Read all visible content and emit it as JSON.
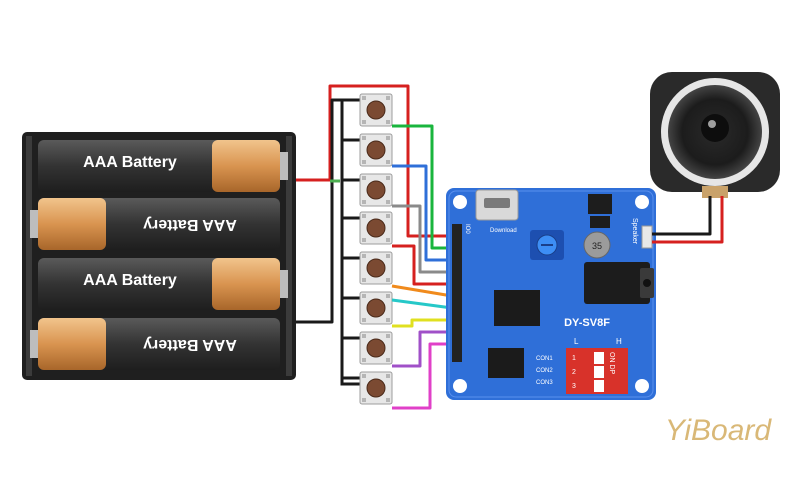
{
  "batteries": [
    {
      "label": "AAA Battery",
      "flipped": false
    },
    {
      "label": "AAA Battery",
      "flipped": true
    },
    {
      "label": "AAA Battery",
      "flipped": false
    },
    {
      "label": "AAA Battery",
      "flipped": true
    }
  ],
  "board": {
    "model": "DY-SV8F",
    "download": "Download",
    "speaker": "Speaker",
    "dip_on": "ON DP",
    "dip_numbers": [
      "1",
      "2",
      "3"
    ],
    "dip_l": "L",
    "dip_h": "H",
    "con_labels": [
      "CON1",
      "CON2",
      "CON3"
    ],
    "pot_value": "35",
    "pin_label": "IO0"
  },
  "watermark": "YiBoard",
  "colors": {
    "board_blue": "#2f6fd8",
    "wire_red": "#d6201f",
    "wire_black": "#1a1a1a",
    "wires": [
      "#19b53d",
      "#2f6fd8",
      "#8a8a8a",
      "#d6201f",
      "#f08a1c",
      "#26c8c8",
      "#e0e020",
      "#a050c8",
      "#e040c8"
    ]
  },
  "icons": [
    "battery-icon",
    "push-button-icon",
    "speaker-icon",
    "usb-port-icon",
    "audio-jack-icon",
    "potentiometer-icon",
    "dip-switch-icon"
  ]
}
